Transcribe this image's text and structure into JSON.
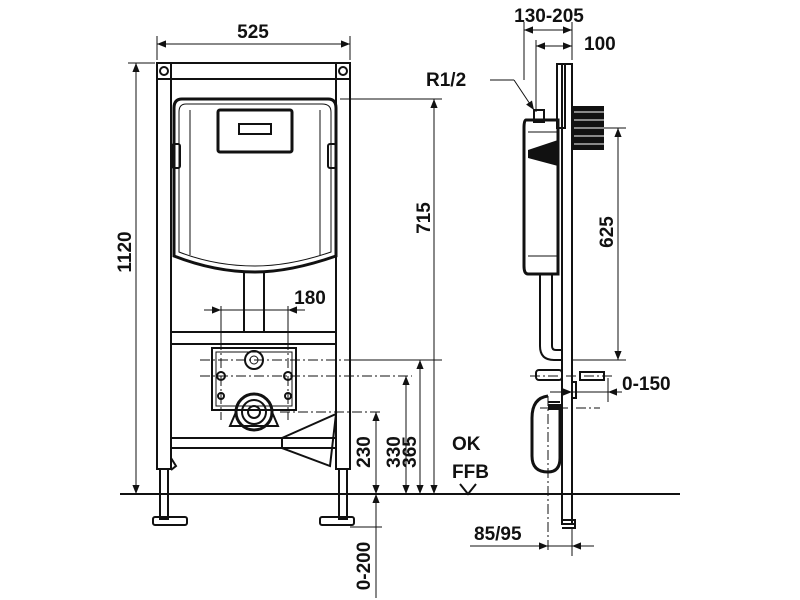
{
  "front_view": {
    "width": "525",
    "height": "1120",
    "cistern_height": "715",
    "outlet_spacing": "180",
    "ok_label": "OK",
    "ffb_label": "FFB",
    "heights": [
      "230",
      "330",
      "365"
    ],
    "leg_adjust": "0-200"
  },
  "side_view": {
    "depth_range": "130-205",
    "offset": "100",
    "thread": "R1/2",
    "cistern_height": "625",
    "pipe_adjust": "0-150",
    "foot_depth": "85/95"
  }
}
